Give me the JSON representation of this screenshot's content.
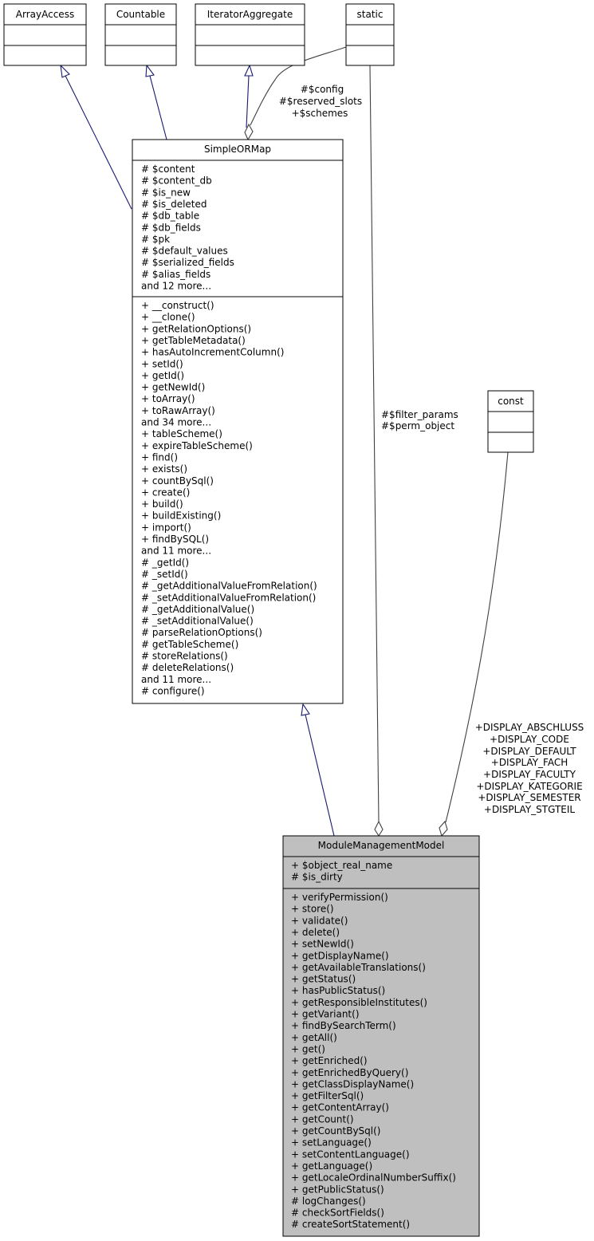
{
  "classes": {
    "array_access": {
      "name": "ArrayAccess"
    },
    "countable": {
      "name": "Countable"
    },
    "iterator_aggregate": {
      "name": "IteratorAggregate"
    },
    "static": {
      "name": "static"
    },
    "const": {
      "name": "const"
    },
    "simple_or_map": {
      "name": "SimpleORMap",
      "attributes": [
        "# $content",
        "# $content_db",
        "# $is_new",
        "# $is_deleted",
        "# $db_table",
        "# $db_fields",
        "# $pk",
        "# $default_values",
        "# $serialized_fields",
        "# $alias_fields",
        "and 12 more..."
      ],
      "methods": [
        "+ __construct()",
        "+ __clone()",
        "+ getRelationOptions()",
        "+ getTableMetadata()",
        "+ hasAutoIncrementColumn()",
        "+ setId()",
        "+ getId()",
        "+ getNewId()",
        "+ toArray()",
        "+ toRawArray()",
        "and 34 more...",
        "+ tableScheme()",
        "+ expireTableScheme()",
        "+ find()",
        "+ exists()",
        "+ countBySql()",
        "+ create()",
        "+ build()",
        "+ buildExisting()",
        "+ import()",
        "+ findBySQL()",
        "and 11 more...",
        "# _getId()",
        "# _setId()",
        "# _getAdditionalValueFromRelation()",
        "# _setAdditionalValueFromRelation()",
        "# _getAdditionalValue()",
        "# _setAdditionalValue()",
        "# parseRelationOptions()",
        "# getTableScheme()",
        "# storeRelations()",
        "# deleteRelations()",
        "and 11 more...",
        "# configure()"
      ]
    },
    "module_management_model": {
      "name": "ModuleManagementModel",
      "attributes": [
        "+ $object_real_name",
        "# $is_dirty"
      ],
      "methods": [
        "+ verifyPermission()",
        "+ store()",
        "+ validate()",
        "+ delete()",
        "+ setNewId()",
        "+ getDisplayName()",
        "+ getAvailableTranslations()",
        "+ getStatus()",
        "+ hasPublicStatus()",
        "+ getResponsibleInstitutes()",
        "+ getVariant()",
        "+ findBySearchTerm()",
        "+ getAll()",
        "+ get()",
        "+ getEnriched()",
        "+ getEnrichedByQuery()",
        "+ getClassDisplayName()",
        "+ getFilterSql()",
        "+ getContentArray()",
        "+ getCount()",
        "+ getCountBySql()",
        "+ setLanguage()",
        "+ setContentLanguage()",
        "+ getLanguage()",
        "+ getLocaleOrdinalNumberSuffix()",
        "+ getPublicStatus()",
        "# logChanges()",
        "# checkSortFields()",
        "# createSortStatement()"
      ]
    }
  },
  "edge_labels": {
    "static_to_simple_or_map": [
      "#$config",
      "#$reserved_slots",
      "+$schemes"
    ],
    "static_to_module_management_model": [
      "#$filter_params",
      "#$perm_object"
    ],
    "const_to_module_management_model": [
      "+DISPLAY_ABSCHLUSS",
      "+DISPLAY_CODE",
      "+DISPLAY_DEFAULT",
      "+DISPLAY_FACH",
      "+DISPLAY_FACULTY",
      "+DISPLAY_KATEGORIE",
      "+DISPLAY_SEMESTER",
      "+DISPLAY_STGTEIL"
    ]
  },
  "colors": {
    "highlighted_class_fill": "#bfbfbf",
    "class_fill": "#ffffff",
    "inheritance_edge": "#191970",
    "association_edge": "#404040"
  }
}
